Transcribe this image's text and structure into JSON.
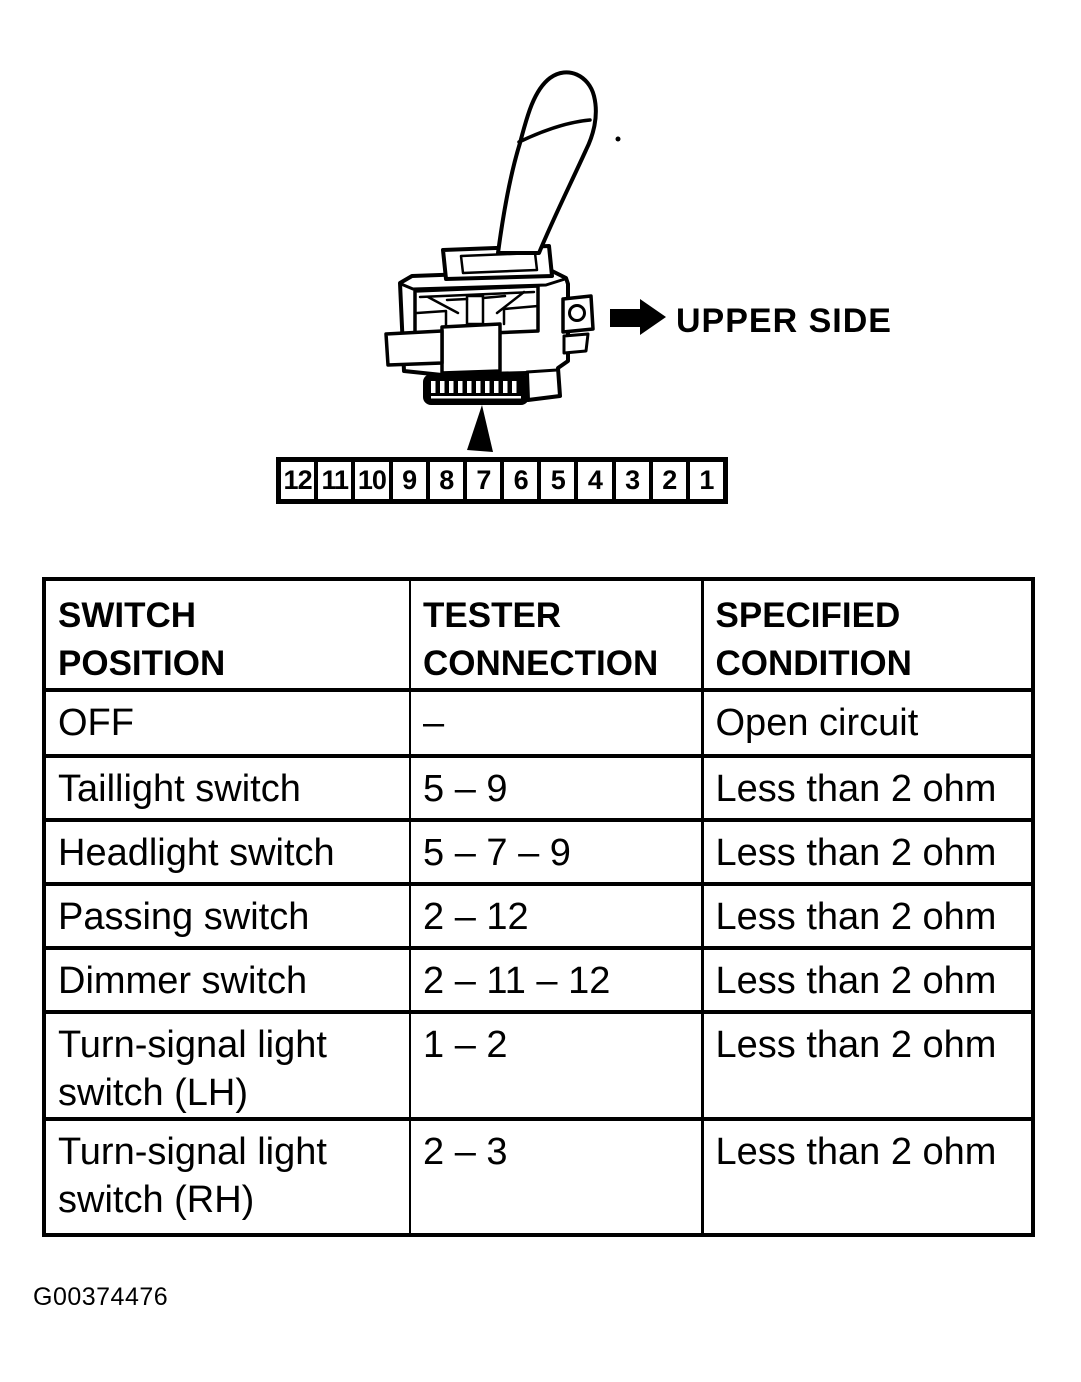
{
  "figure": {
    "upper_side_label": "UPPER SIDE",
    "connector_pins": [
      "12",
      "11",
      "10",
      "9",
      "8",
      "7",
      "6",
      "5",
      "4",
      "3",
      "2",
      "1"
    ]
  },
  "table": {
    "headers": [
      "SWITCH\nPOSITION",
      "TESTER\nCONNECTION",
      "SPECIFIED\nCONDITION"
    ],
    "rows": [
      {
        "position": "OFF",
        "connection": "–",
        "condition": "Open circuit"
      },
      {
        "position": "Taillight switch",
        "connection": "5 – 9",
        "condition": "Less than 2 ohm"
      },
      {
        "position": "Headlight switch",
        "connection": "5 – 7 – 9",
        "condition": "Less than 2 ohm"
      },
      {
        "position": "Passing switch",
        "connection": "2 – 12",
        "condition": "Less than 2 ohm"
      },
      {
        "position": "Dimmer switch",
        "connection": "2 – 11 – 12",
        "condition": "Less than 2 ohm"
      },
      {
        "position": "Turn-signal light\nswitch (LH)",
        "connection": "1 – 2",
        "condition": "Less than 2 ohm"
      },
      {
        "position": "Turn-signal light\nswitch (RH)",
        "connection": "2 – 3",
        "condition": "Less than 2 ohm"
      }
    ]
  },
  "caption": "G00374476"
}
